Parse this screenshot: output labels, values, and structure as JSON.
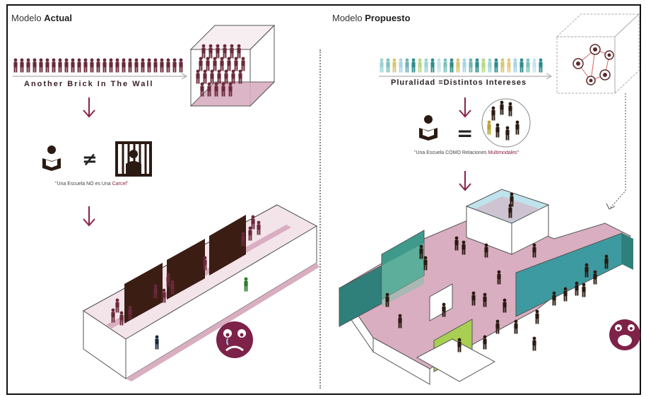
{
  "left_panel": {
    "title_prefix": "Modelo",
    "title_emphasis": "Actual",
    "crowd_caption": "Another Brick In The Wall",
    "quote_prefix": "\"Una Escuela NO es Una",
    "quote_highlight": "Carcel",
    "quote_suffix": "\"",
    "relation_symbol": "≠",
    "emoji": "sad-face"
  },
  "right_panel": {
    "title_prefix": "Modelo",
    "title_emphasis": "Propuesto",
    "crowd_caption": "Pluralidad =Distintos Intereses",
    "quote_prefix": "\"Una Escuela COMO Relaciones",
    "quote_highlight": "Multimodales",
    "quote_suffix": "\"",
    "relation_symbol": "=",
    "emoji": "happy-face"
  },
  "colors": {
    "figure_maroon": "#6a2a3a",
    "accent_purple": "#7d2248",
    "floor_pink": "#d9aec0",
    "teal": "#2f8c8c",
    "light_blue": "#bfe3ec",
    "lime": "#a8cf52",
    "dark_wall": "#3b1d14"
  },
  "icons": [
    "arrow-down-icon",
    "reader-icon",
    "prisoner-icon",
    "network-cube-icon",
    "crowd-circle-icon",
    "sad-face-icon",
    "happy-face-icon"
  ]
}
